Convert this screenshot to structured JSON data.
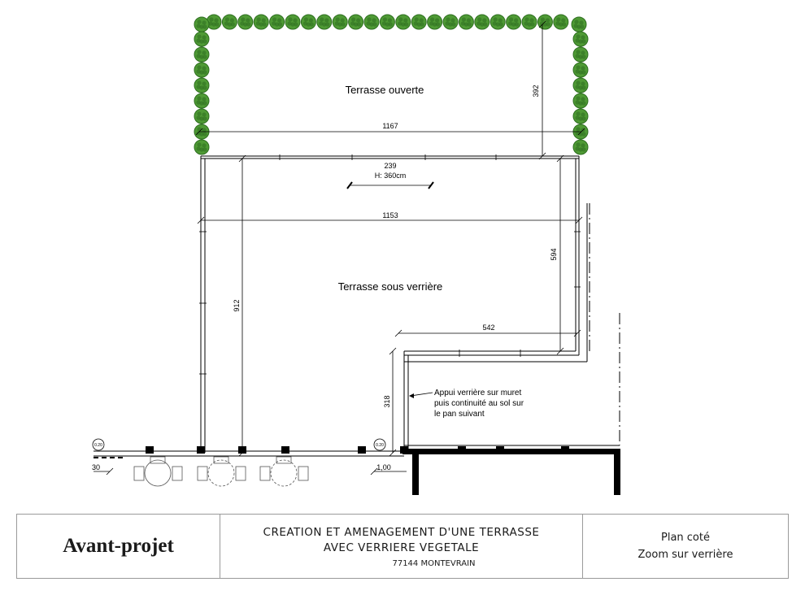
{
  "plan": {
    "zones": {
      "open_terrace": "Terrasse ouverte",
      "covered_terrace": "Terrasse sous verrière"
    },
    "dimensions": {
      "open_depth": "392",
      "open_width": "1167",
      "glass_span": "239",
      "glass_height": "H: 360cm",
      "covered_width": "1153",
      "right_depth": "594",
      "total_depth": "912",
      "notch_width": "542",
      "notch_depth": "318",
      "wall_offset": "1,00",
      "left_marker": "30"
    },
    "markers": {
      "level_left": "0.20",
      "level_right": "0.20"
    },
    "note": [
      "Appui verrière sur muret",
      "puis continuité au sol sur",
      "le pan suivant"
    ]
  },
  "title_block": {
    "phase": "Avant-projet",
    "project_title_line1": "CREATION ET AMENAGEMENT D'UNE TERRASSE",
    "project_title_line2": "AVEC VERRIERE VEGETALE",
    "address": "77144 MONTEVRAIN",
    "drawing_line1": "Plan coté",
    "drawing_line2": "Zoom sur verrière"
  },
  "colors": {
    "hedge": "#4f9a35",
    "hedge_dark": "#2d6e1f",
    "line": "#000000",
    "border": "#9a9a9a"
  }
}
